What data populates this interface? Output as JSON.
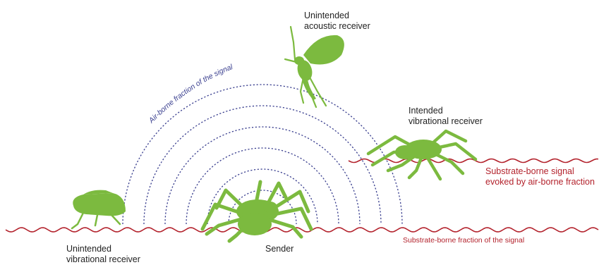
{
  "labels": {
    "unintended_acoustic": "Unintended\nacoustic receiver",
    "intended_vibrational": "Intended\nvibrational receiver",
    "substrate_evoked": "Substrate-borne signal\nevoked by air-borne fraction",
    "unintended_vibrational": "Unintended\nvibrational receiver",
    "sender": "Sender",
    "substrate_fraction": "Substrate-borne fraction of the signal",
    "airborne_fraction": "Air-borne fraction of the signal"
  },
  "colors": {
    "insect": "#7cba3f",
    "wave": "#b3222c",
    "arc": "#3a3f8f",
    "text": "#222222"
  },
  "icons": [
    "spider-icon",
    "leafhopper-icon",
    "mosquito-icon"
  ]
}
